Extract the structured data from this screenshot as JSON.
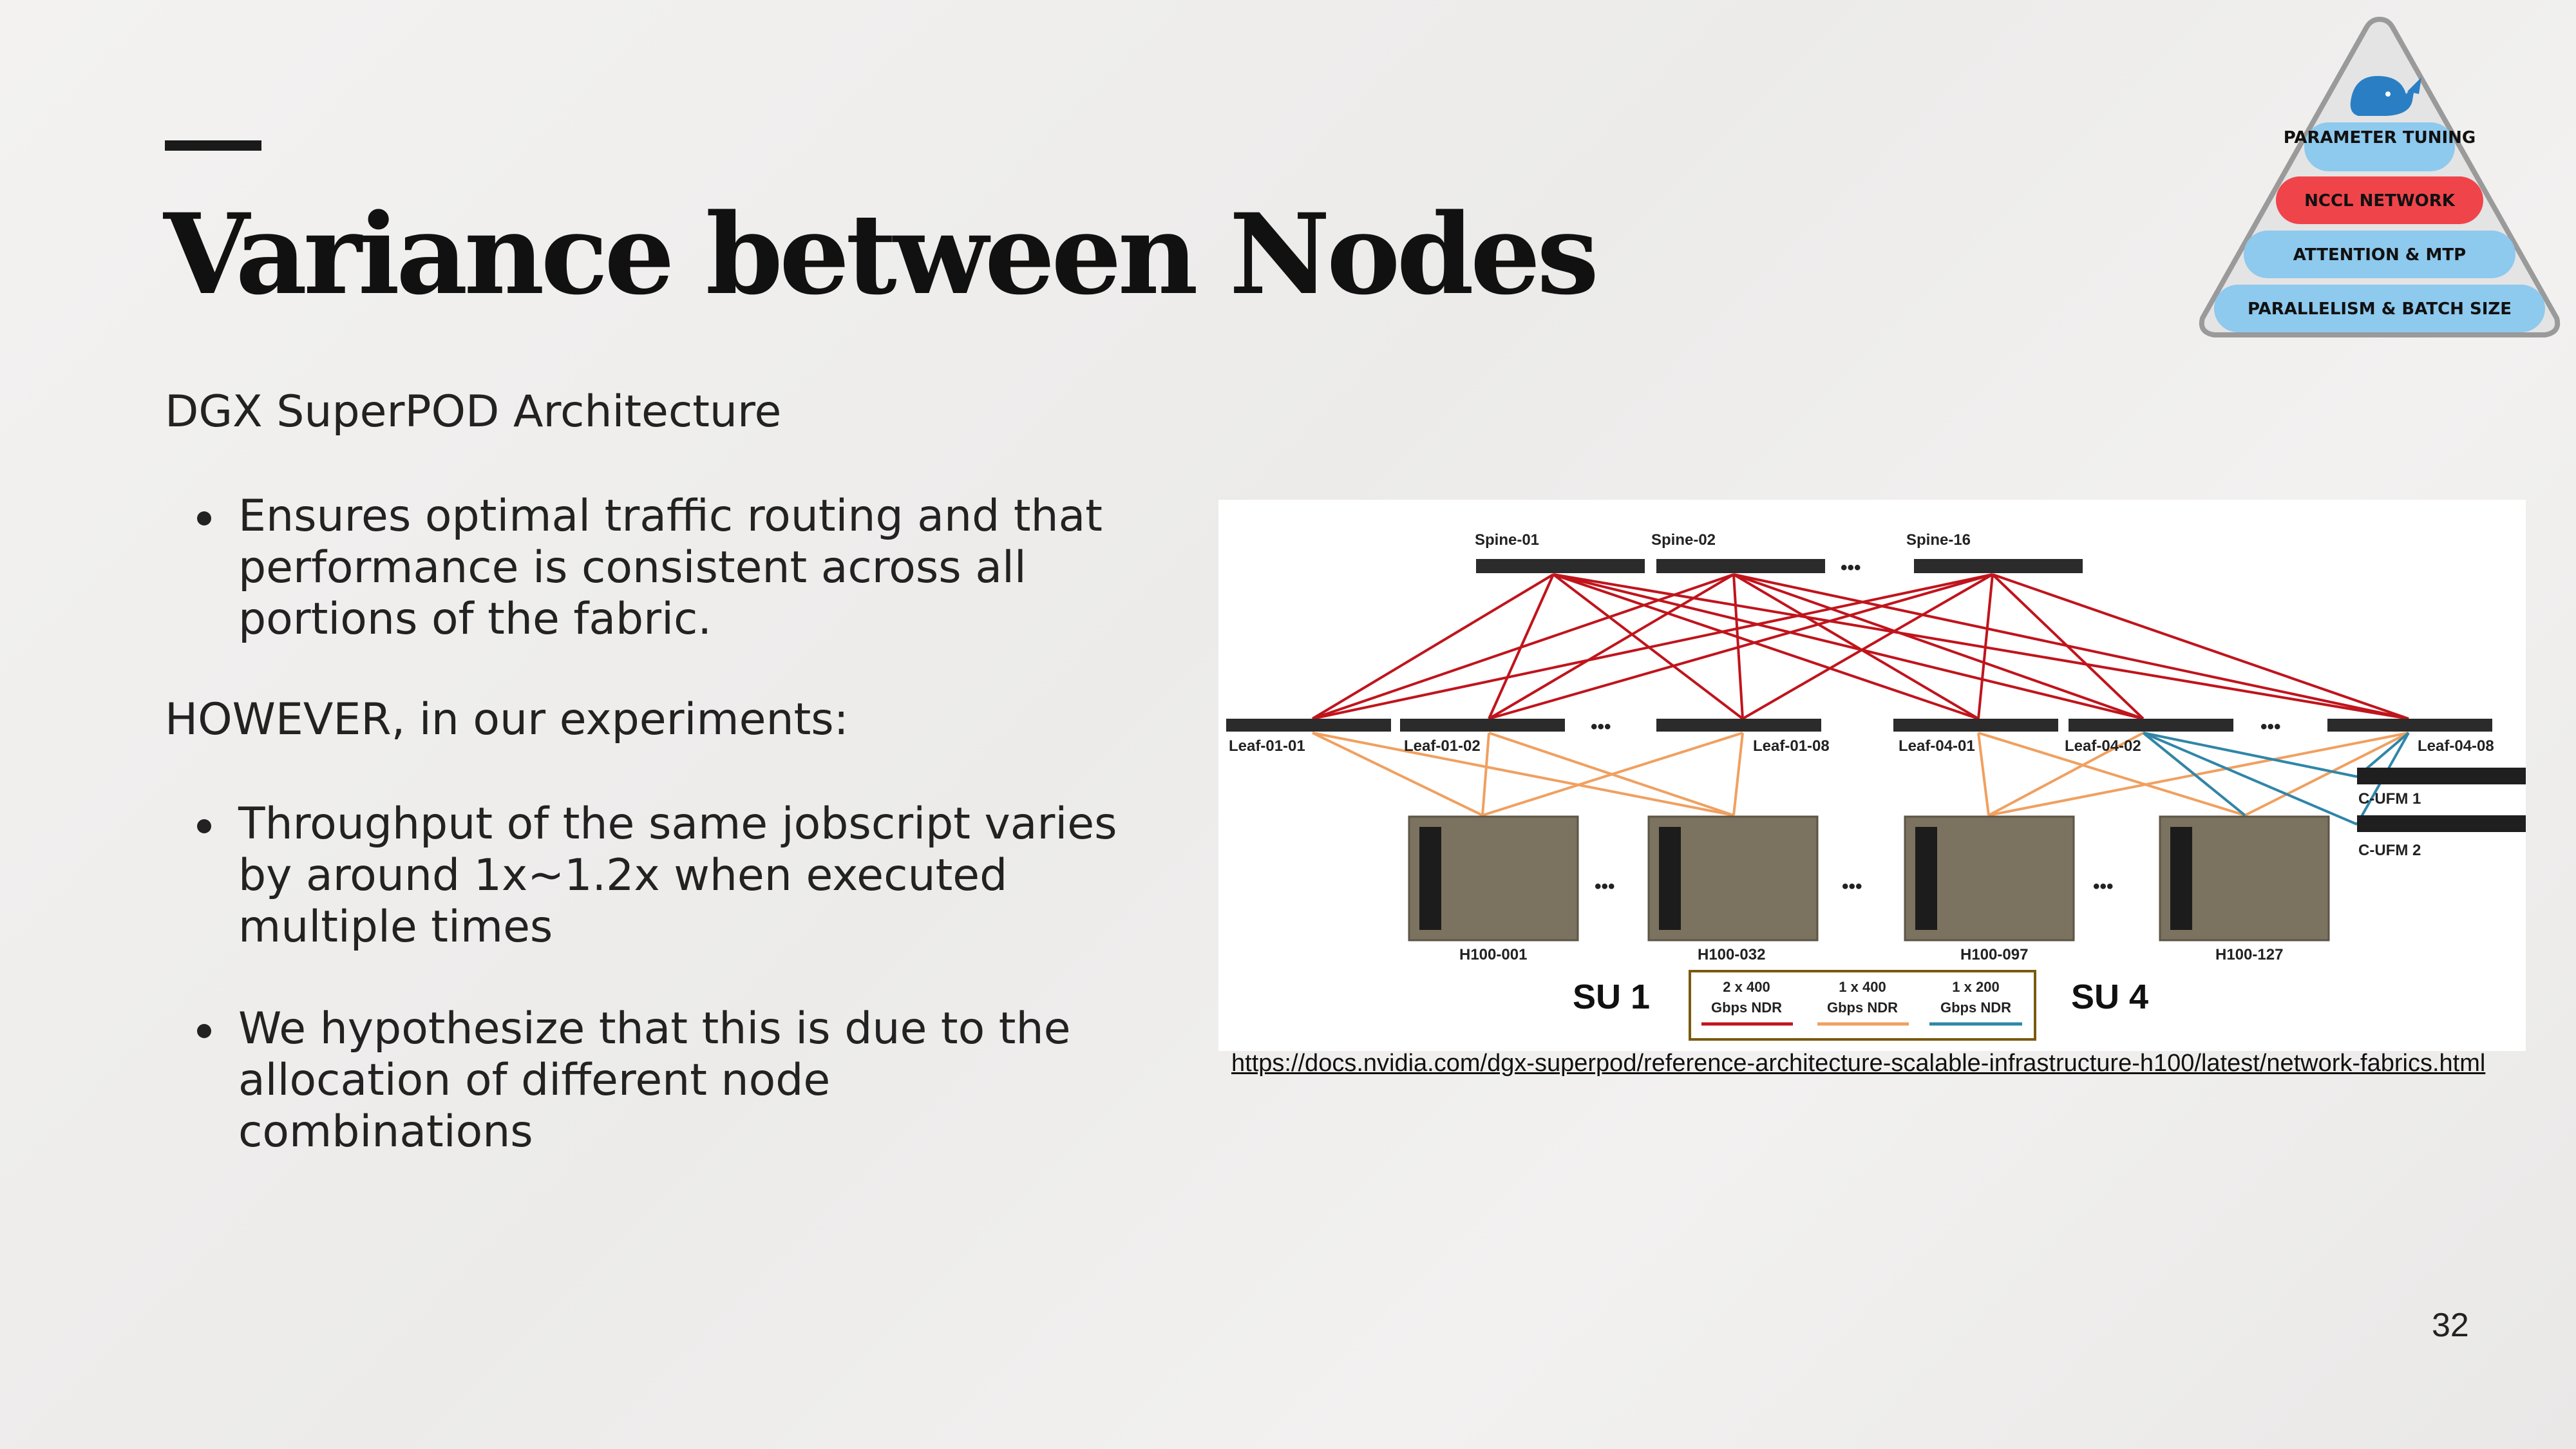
{
  "slide": {
    "title": "Variance between Nodes",
    "subtitle": "DGX SuperPOD Architecture",
    "bullets_intro": [
      "Ensures optimal traffic routing and that performance is consistent across all portions of the fabric."
    ],
    "however": "HOWEVER, in our experiments:",
    "bullets_findings": [
      "Throughput of the same jobscript varies by around 1x~1.2x when executed multiple times",
      "We hypothesize that this is due to the allocation of different node combinations"
    ],
    "source_url": "https://docs.nvidia.com/dgx-superpod/reference-architecture-scalable-infrastructure-h100/latest/network-fabrics.html",
    "page_number": "32"
  },
  "pyramid": {
    "levels": [
      "PARAMETER TUNING",
      "NCCL NETWORK",
      "ATTENTION & MTP",
      "PARALLELISM & BATCH SIZE"
    ],
    "highlight_level": "NCCL NETWORK",
    "icon": "whale-icon",
    "colors": {
      "level": "#8ec9ee",
      "highlight": "#f0444b",
      "outline": "#9a9a9a",
      "whale": "#2a7fc4"
    }
  },
  "diagram": {
    "spines": [
      "Spine-01",
      "Spine-02",
      "Spine-16"
    ],
    "leaves": [
      "Leaf-01-01",
      "Leaf-01-02",
      "Leaf-01-08",
      "Leaf-04-01",
      "Leaf-04-02",
      "Leaf-04-08"
    ],
    "nodes": [
      "H100-001",
      "H100-032",
      "H100-097",
      "H100-127"
    ],
    "ufms": [
      "C-UFM 1",
      "C-UFM 2"
    ],
    "groups": [
      "SU 1",
      "SU 4"
    ],
    "ellipsis": "•••",
    "legend": [
      {
        "l1": "2 x  400",
        "l2": "Gbps NDR",
        "color": "#c0141c"
      },
      {
        "l1": "1 x 400",
        "l2": "Gbps NDR",
        "color": "#f0a060"
      },
      {
        "l1": "1 x 200",
        "l2": "Gbps NDR",
        "color": "#2f86a8"
      }
    ],
    "colors": {
      "spine_link": "#c0141c",
      "leaf_link": "#f0a060",
      "ufm_link": "#2f86a8",
      "legend_border": "#7a5a10"
    }
  }
}
